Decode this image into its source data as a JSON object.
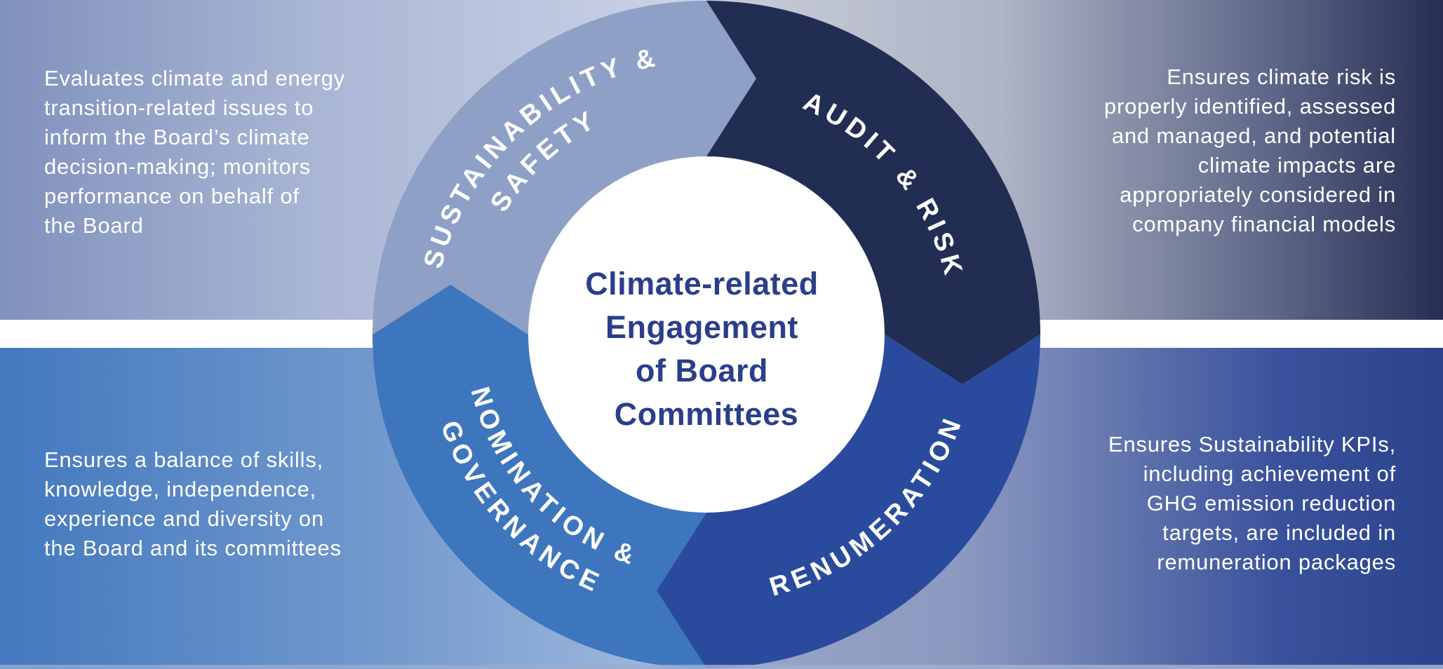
{
  "wheel": {
    "center": {
      "lines": [
        "Climate-related",
        "Engagement",
        "of Board",
        "Committees"
      ],
      "text_color": "#2A3E8A",
      "circle_color": "#FFFFFF"
    },
    "arrow_direction": "clockwise",
    "label_color": "#FFFFFF",
    "segments": [
      {
        "name": "sustainability-safety",
        "position": "top-left",
        "lines": [
          "SUSTAINABILITY &",
          "SAFETY"
        ],
        "color": "#8EA0C6"
      },
      {
        "name": "audit-risk",
        "position": "top-right",
        "lines": [
          "AUDIT & RISK"
        ],
        "color": "#222D54"
      },
      {
        "name": "renumeration",
        "position": "bottom-right",
        "lines": [
          "RENUMERATION"
        ],
        "color": "#2A4B9D"
      },
      {
        "name": "nomination-governance",
        "position": "bottom-left",
        "lines": [
          "NOMINATION &",
          "GOVERNANCE"
        ],
        "color": "#3D76BC"
      }
    ]
  },
  "callouts": {
    "top_left": {
      "relates_to": "sustainability-safety",
      "lines": [
        "Evaluates climate and energy",
        "transition-related issues to",
        "inform the Board’s climate",
        "decision-making; monitors",
        "performance on behalf of",
        "the Board"
      ]
    },
    "top_right": {
      "relates_to": "audit-risk",
      "lines": [
        "Ensures climate risk is",
        "properly identified, assessed",
        "and managed, and potential",
        "climate impacts are",
        "appropriately considered in",
        "company financial models"
      ]
    },
    "bottom_left": {
      "relates_to": "nomination-governance",
      "lines": [
        "Ensures a balance of skills,",
        "knowledge, independence,",
        "experience and diversity on",
        "the Board and its committees"
      ]
    },
    "bottom_right": {
      "relates_to": "renumeration",
      "lines": [
        "Ensures Sustainability KPIs,",
        "including achievement of",
        "GHG emission reduction",
        "targets, are included in",
        "remuneration packages"
      ]
    }
  },
  "background": {
    "top_left_gradient": [
      "#8191BD",
      "#CDD4E7"
    ],
    "top_right_gradient": [
      "#C9CDD9",
      "#272E52"
    ],
    "bottom_left_gradient": [
      "#4379BE",
      "#A6BDDE"
    ],
    "bottom_right_gradient": [
      "#9AA6C9",
      "#2B428C"
    ],
    "divider_color": "#FFFFFF",
    "text_color": "#FFFFFF"
  }
}
